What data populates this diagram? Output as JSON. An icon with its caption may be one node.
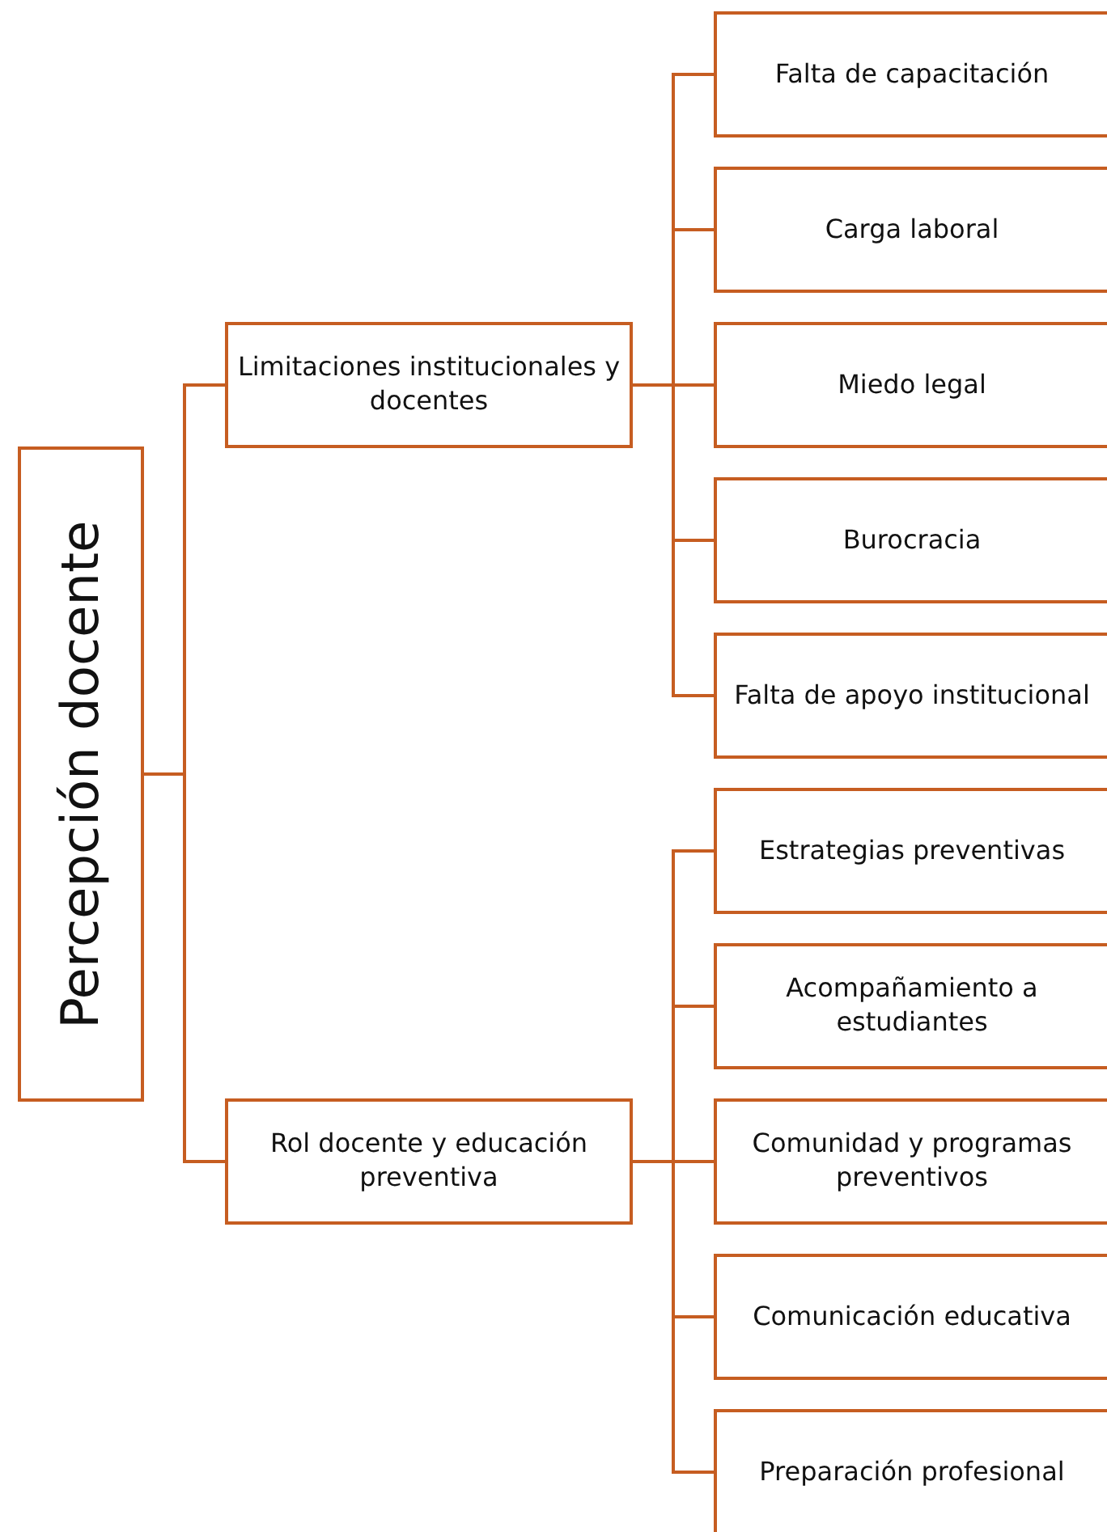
{
  "diagram": {
    "nodes": [
      {
        "text": [
          "Percepción docente"
        ]
      },
      {
        "text": [
          "Limitaciones institucionales y docentes"
        ]
      },
      {
        "text": [
          "Falta de capacitación"
        ]
      },
      {
        "text": [
          "Carga laboral"
        ]
      },
      {
        "text": [
          "Miedo legal"
        ]
      },
      {
        "text": [
          "Burocracia"
        ]
      },
      {
        "text": [
          "Falta de apoyo institucional"
        ]
      },
      {
        "text": [
          "Rol docente y educación preventiva"
        ]
      },
      {
        "text": [
          "Estrategias preventivas"
        ]
      },
      {
        "text": [
          "Acompañamiento a estudiantes"
        ]
      },
      {
        "text": [
          "Comunidad y programas preventivos"
        ]
      },
      {
        "text": [
          "Comunicación educativa"
        ]
      },
      {
        "text": [
          "Preparación profesional"
        ]
      }
    ],
    "edges": [
      {
        "from": 0,
        "to": 1,
        "arrow": "none"
      },
      {
        "from": 0,
        "to": 7,
        "arrow": "none"
      },
      {
        "from": 1,
        "to": 2,
        "arrow": "none"
      },
      {
        "from": 1,
        "to": 3,
        "arrow": "none"
      },
      {
        "from": 1,
        "to": 4,
        "arrow": "none"
      },
      {
        "from": 1,
        "to": 5,
        "arrow": "none"
      },
      {
        "from": 1,
        "to": 6,
        "arrow": "none"
      },
      {
        "from": 7,
        "to": 8,
        "arrow": "none"
      },
      {
        "from": 7,
        "to": 9,
        "arrow": "none"
      },
      {
        "from": 7,
        "to": 10,
        "arrow": "none"
      },
      {
        "from": 7,
        "to": 11,
        "arrow": "none"
      },
      {
        "from": 7,
        "to": 12,
        "arrow": "none"
      }
    ]
  }
}
